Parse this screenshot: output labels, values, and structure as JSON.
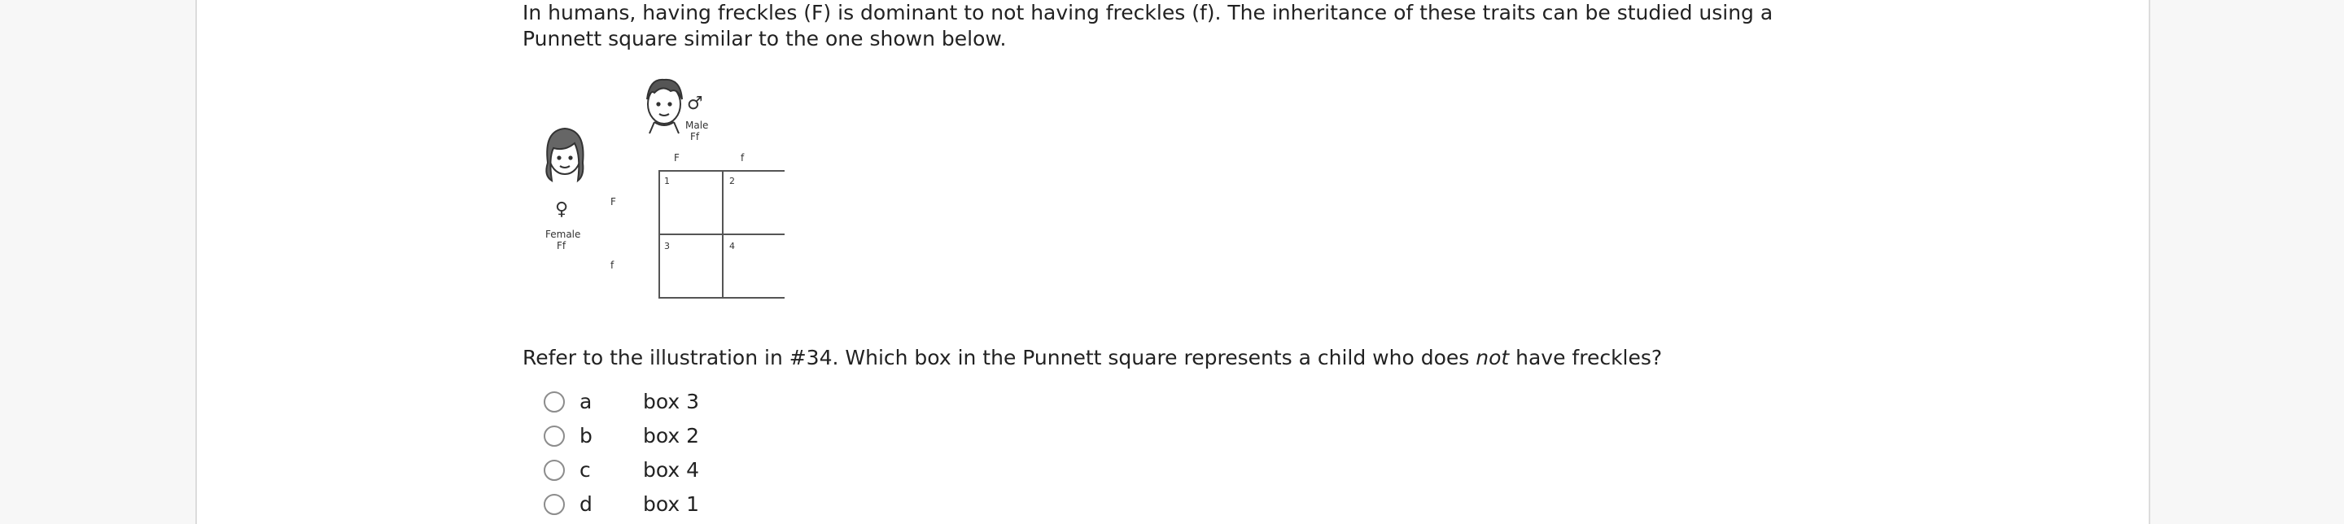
{
  "question": {
    "intro": "In humans, having freckles (F) is dominant to not having freckles (f). The inheritance of these traits can be studied using a Punnett square similar to the one shown below.",
    "prompt_before": "Refer to the illustration in #34. Which box in the Punnett square represents a child who does ",
    "prompt_emphasis": "not",
    "prompt_after": " have freckles?"
  },
  "figure": {
    "male_symbol": "♂",
    "male_label": "Male",
    "male_genotype": "Ff",
    "female_symbol": "♀",
    "female_label": "Female",
    "female_genotype": "Ff",
    "col_alleles": [
      "F",
      "f"
    ],
    "row_alleles": [
      "F",
      "f"
    ],
    "box_numbers": [
      "1",
      "2",
      "3",
      "4"
    ]
  },
  "options": [
    {
      "letter": "a",
      "text": "box 3"
    },
    {
      "letter": "b",
      "text": "box 2"
    },
    {
      "letter": "c",
      "text": "box 4"
    },
    {
      "letter": "d",
      "text": "box 1"
    }
  ]
}
